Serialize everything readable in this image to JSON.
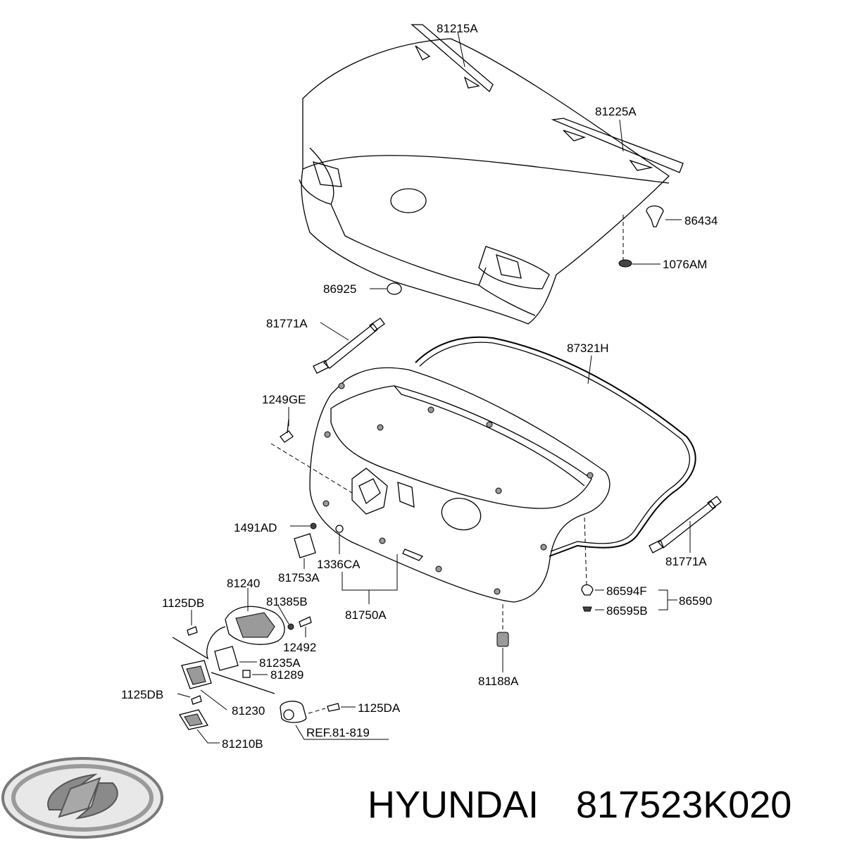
{
  "brand": {
    "name": "HYUNDAI",
    "part_number": "817523K020",
    "logo": "hyundai-logo"
  },
  "labels": {
    "p81215A": "81215A",
    "p81225A": "81225A",
    "p86434": "86434",
    "p1076AM": "1076AM",
    "p86925": "86925",
    "p81771A_left": "81771A",
    "p87321H": "87321H",
    "p1249GE": "1249GE",
    "p1491AD": "1491AD",
    "p81753A": "81753A",
    "p1336CA": "1336CA",
    "p81750A": "81750A",
    "p81771A_right": "81771A",
    "p86594F": "86594F",
    "p86595B": "86595B",
    "p86590": "86590",
    "p81188A": "81188A",
    "p81240": "81240",
    "p81385B": "81385B",
    "p1125DB_top": "1125DB",
    "p12492": "12492",
    "p81235A": "81235A",
    "p81289": "81289",
    "p1125DB_bottom": "1125DB",
    "p81230": "81230",
    "p1125DA": "1125DA",
    "pREF": "REF.81-819",
    "p81210B": "81210B"
  }
}
